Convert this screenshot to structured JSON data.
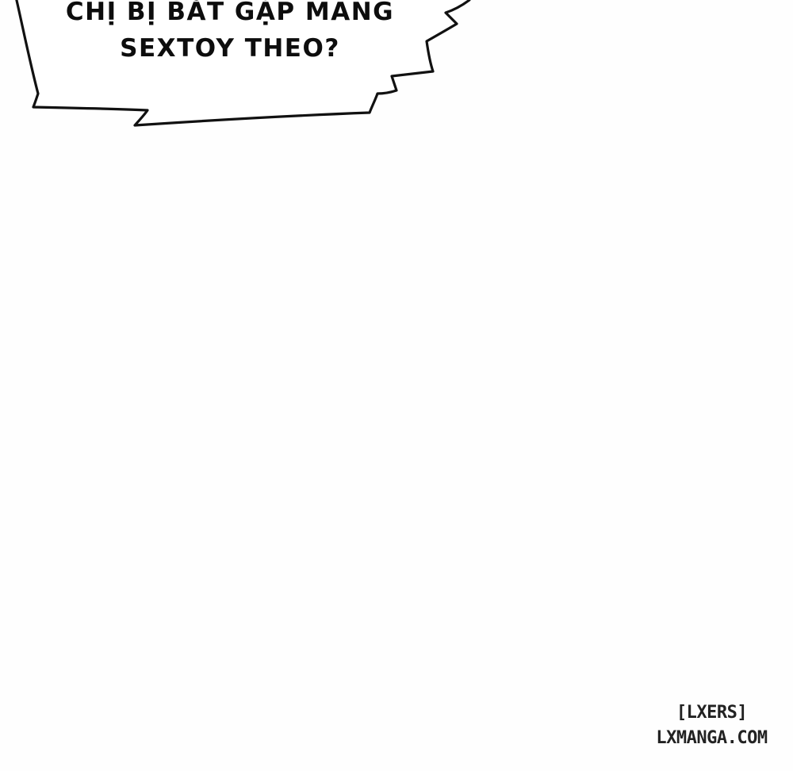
{
  "speech_bubble": {
    "line1": "CHỊ BỊ BẮT GẶP MANG",
    "line2": "SEXTOY THEO?",
    "fill_color": "#ffffff",
    "stroke_color": "#111111"
  },
  "watermark": {
    "group": "[LXERS]",
    "site": "LXMANGA.COM",
    "color": "#222222"
  }
}
